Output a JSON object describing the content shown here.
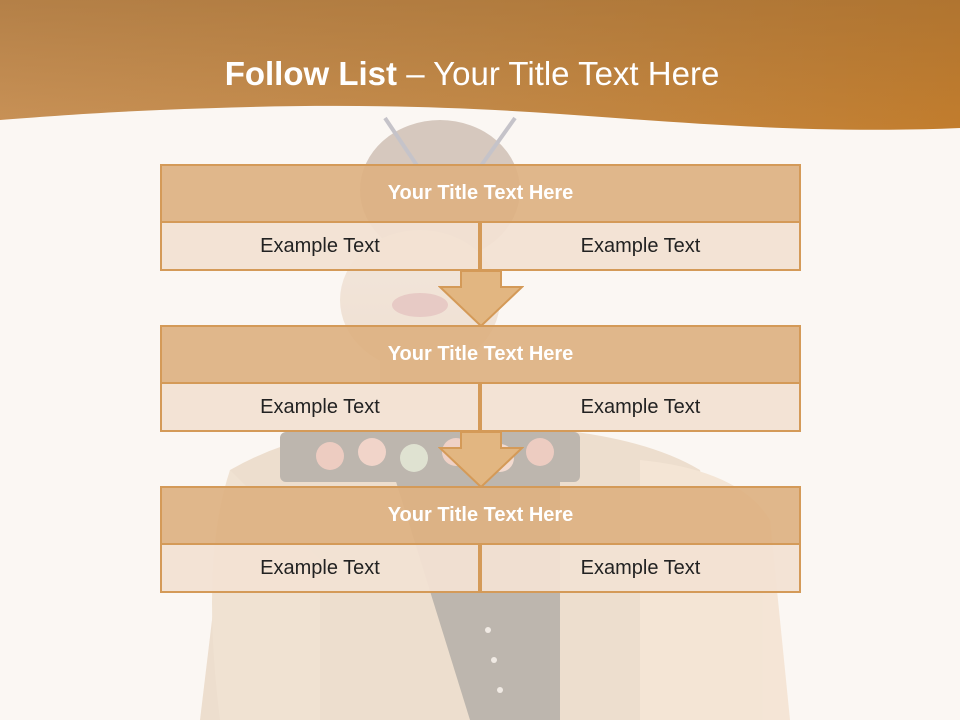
{
  "slide": {
    "title_bold": "Follow List",
    "title_separator": "–",
    "title_rest": "Your Title Text Here"
  },
  "colors": {
    "header_band": "#c8883d",
    "box_title_fill": "#deb282",
    "box_cell_fill": "#f2e2d3",
    "box_border": "#d49a58",
    "arrow_fill": "#e2b681"
  },
  "blocks": [
    {
      "title": "Your Title Text Here",
      "left": "Example Text",
      "right": "Example Text"
    },
    {
      "title": "Your Title Text Here",
      "left": "Example Text",
      "right": "Example Text"
    },
    {
      "title": "Your Title Text Here",
      "left": "Example Text",
      "right": "Example Text"
    }
  ]
}
